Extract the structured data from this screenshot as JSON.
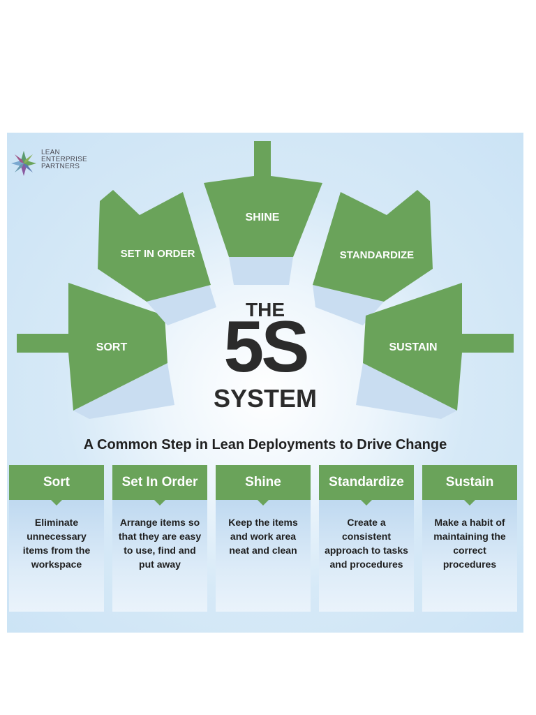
{
  "logo": {
    "icon": "star-logo-icon",
    "lines": [
      "LEAN",
      "ENTERPRISE",
      "PARTNERS"
    ]
  },
  "wheel": {
    "segments": [
      {
        "label": "SORT"
      },
      {
        "label": "SET IN ORDER"
      },
      {
        "label": "SHINE"
      },
      {
        "label": "STANDARDIZE"
      },
      {
        "label": "SUSTAIN"
      }
    ],
    "colors": {
      "top": "#6aa35a",
      "side": "#c9ddf1"
    }
  },
  "title": {
    "the": "THE",
    "main": "5S",
    "system": "SYSTEM"
  },
  "subtitle": "A Common Step in Lean Deployments to Drive Change",
  "columns": [
    {
      "head": "Sort",
      "desc": "Eliminate unnecessary items from the workspace"
    },
    {
      "head": "Set In Order",
      "desc": "Arrange items so that they are easy to use, find and put away"
    },
    {
      "head": "Shine",
      "desc": "Keep the items and work area neat and clean"
    },
    {
      "head": "Standardize",
      "desc": "Create a consistent approach to tasks and procedures"
    },
    {
      "head": "Sustain",
      "desc": "Make a habit of maintaining the correct procedures"
    }
  ]
}
